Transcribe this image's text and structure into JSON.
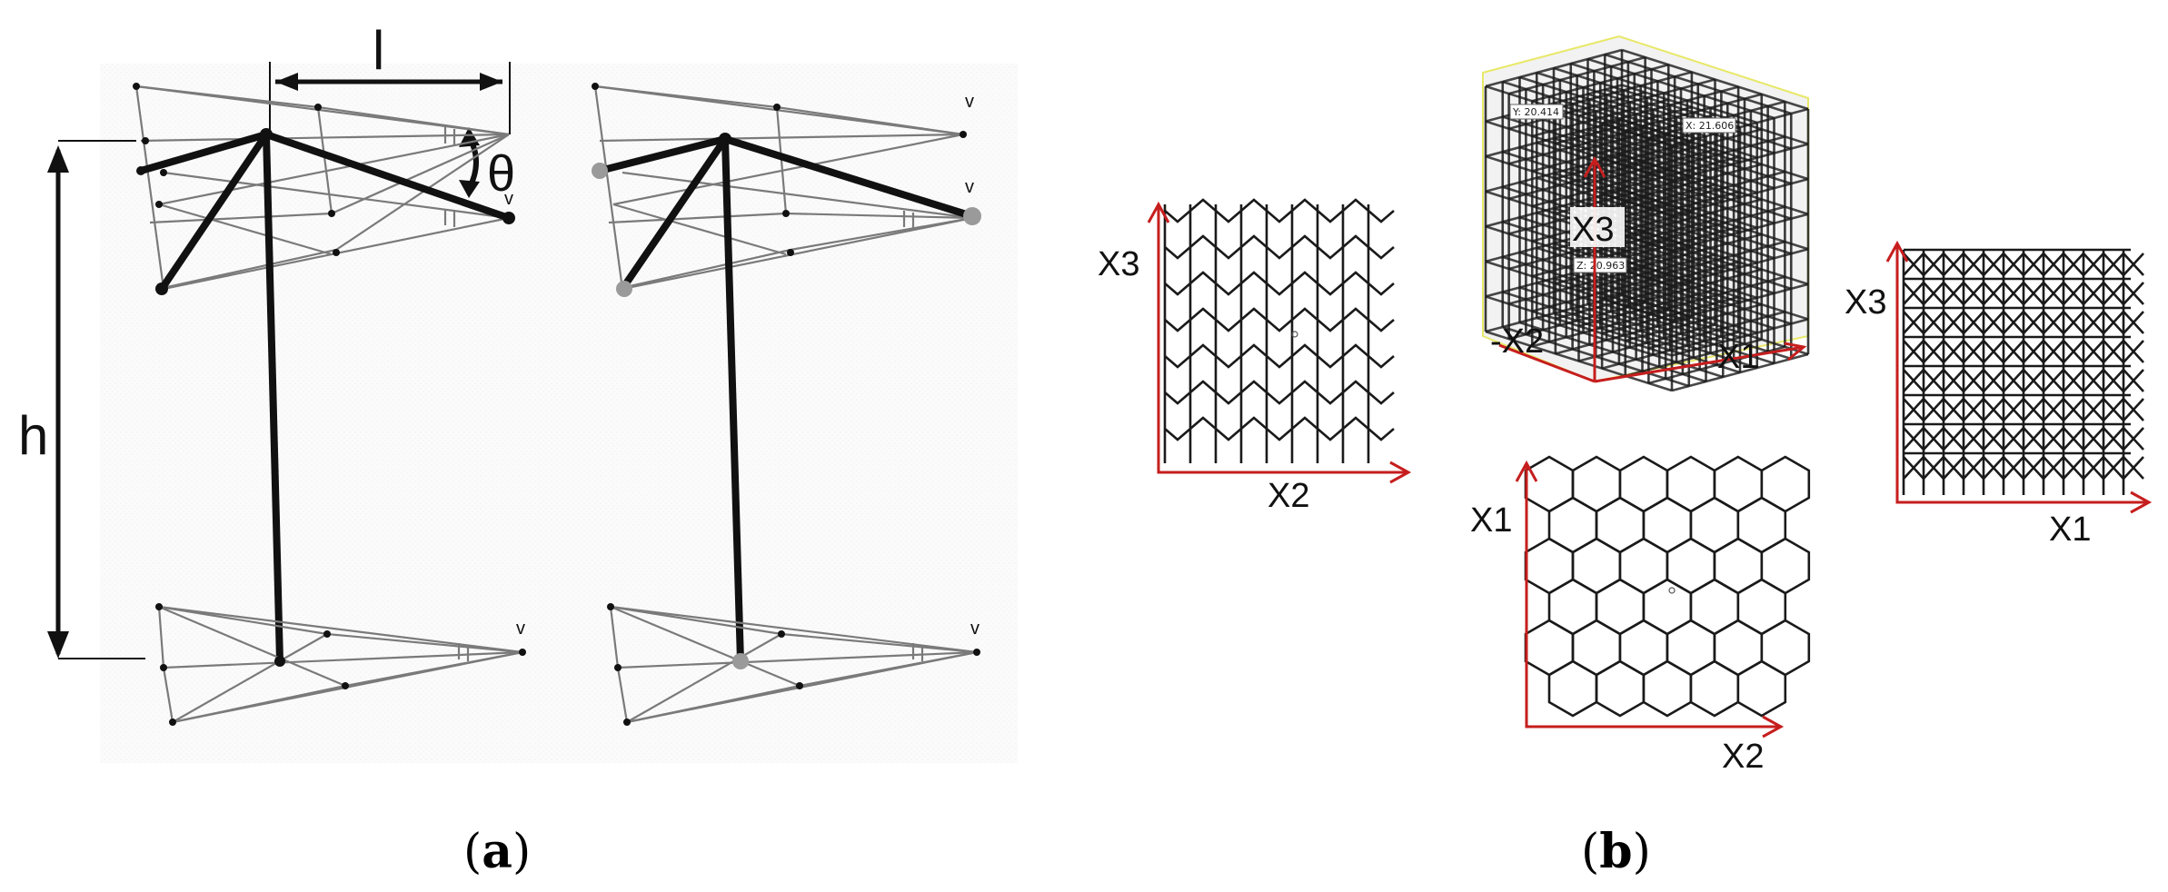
{
  "panel_a": {
    "caption_open": "(",
    "caption_letter": "a",
    "caption_close": ")",
    "label_l": "l",
    "label_h": "h",
    "label_theta": "θ",
    "label_v": "v"
  },
  "panel_b": {
    "caption_open": "(",
    "caption_letter": "b",
    "caption_close": ")",
    "front_view": {
      "vertical_axis": "X3",
      "horizontal_axis": "X2"
    },
    "iso_view": {
      "vertical_axis": "X3",
      "left_axis": "-X2",
      "right_axis": "X1",
      "readout_y": "Y: 20.414",
      "readout_x": "X: 21.606",
      "readout_z": "Z: 20.963"
    },
    "side_view": {
      "vertical_axis": "X3",
      "horizontal_axis": "X1"
    },
    "top_view": {
      "vertical_axis": "X1",
      "horizontal_axis": "X2"
    }
  },
  "colors": {
    "axis_red": "#c61e1e",
    "strut_dark": "#111111",
    "strut_gray": "#7a7a7a",
    "bbox_yellow": "#e8e86a"
  }
}
